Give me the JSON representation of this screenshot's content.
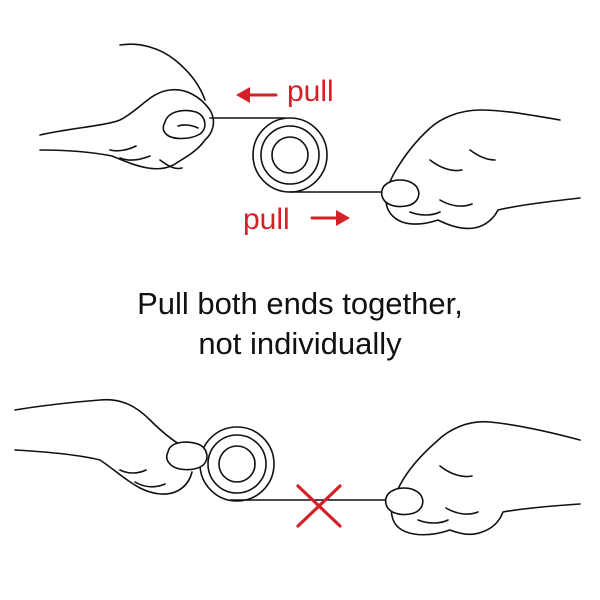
{
  "labels": {
    "pull_left": "pull",
    "pull_right": "pull"
  },
  "caption": {
    "line1": "Pull both ends together,",
    "line2": "not individually"
  },
  "colors": {
    "accent": "#d42027",
    "ink": "#111111",
    "background": "#ffffff"
  },
  "icons": {
    "arrow_left": "left-arrow-icon",
    "arrow_right": "right-arrow-icon",
    "cross": "red-x-icon"
  }
}
